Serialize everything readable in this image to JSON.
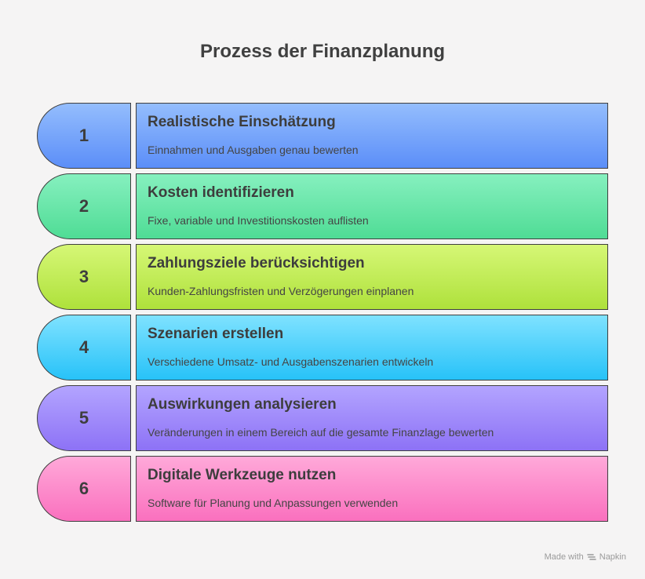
{
  "title": "Prozess der Finanzplanung",
  "steps": [
    {
      "number": "1",
      "title": "Realistische Einschätzung",
      "description": "Einnahmen und Ausgaben genau bewerten",
      "color_top": "#94bdfd",
      "color_bottom": "#5b8ef8"
    },
    {
      "number": "2",
      "title": "Kosten identifizieren",
      "description": "Fixe, variable und Investitionskosten auflisten",
      "color_top": "#86f0bf",
      "color_bottom": "#4fdc95"
    },
    {
      "number": "3",
      "title": "Zahlungsziele berücksichtigen",
      "description": "Kunden-Zahlungsfristen und Verzögerungen einplanen",
      "color_top": "#d6f776",
      "color_bottom": "#aee13b"
    },
    {
      "number": "4",
      "title": "Szenarien erstellen",
      "description": "Verschiedene Umsatz- und Ausgabenszenarien entwickeln",
      "color_top": "#7fe2ff",
      "color_bottom": "#27c2f8"
    },
    {
      "number": "5",
      "title": "Auswirkungen analysieren",
      "description": "Veränderungen in einem Bereich auf die gesamte Finanzlage bewerten",
      "color_top": "#b3a4ff",
      "color_bottom": "#8d72f6"
    },
    {
      "number": "6",
      "title": "Digitale Werkzeuge nutzen",
      "description": "Software für Planung und Anpassungen verwenden",
      "color_top": "#ffa9d9",
      "color_bottom": "#fa70be"
    }
  ],
  "footer": {
    "made_with": "Made with",
    "brand": "Napkin",
    "icon": "napkin-logo-icon"
  }
}
